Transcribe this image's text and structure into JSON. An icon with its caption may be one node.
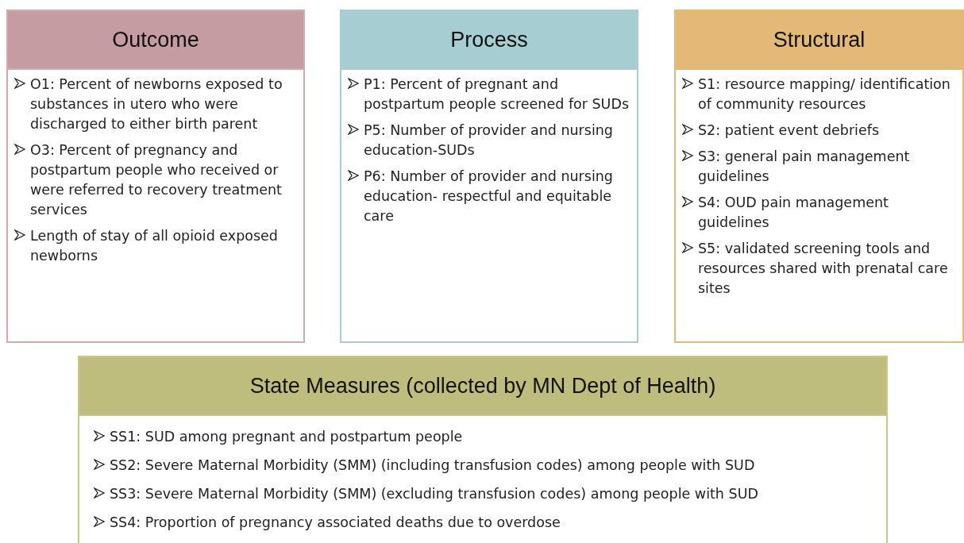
{
  "diagram": {
    "nodes": [
      {
        "text": [
          "Outcome",
          "O1: Percent of newborns exposed to substances in utero who were discharged to either birth parent",
          "O3: Percent of pregnancy and postpartum people who received or were referred to recovery treatment services",
          "Length of stay of all opioid exposed newborns"
        ]
      },
      {
        "text": [
          "Process",
          "P1: Percent of pregnant and postpartum people screened for SUDs",
          "P5: Number of provider and nursing education-SUDs",
          "P6: Number of provider and nursing education- respectful and equitable care"
        ]
      },
      {
        "text": [
          "Structural",
          "S1: resource mapping/ identification of community resources",
          "S2: patient event debriefs",
          "S3: general pain management guidelines",
          "S4: OUD pain management guidelines",
          "S5: validated screening tools and resources shared with prenatal care sites"
        ]
      },
      {
        "text": [
          "State Measures (collected by MN Dept of Health)",
          "SS1: SUD among pregnant and postpartum people",
          "SS2: Severe Maternal Morbidity (SMM) (including transfusion codes) among people with SUD",
          "SS3: Severe Maternal Morbidity (SMM) (excluding transfusion codes) among people with SUD",
          "SS4: Proportion of pregnancy associated deaths due to overdose"
        ]
      }
    ]
  }
}
